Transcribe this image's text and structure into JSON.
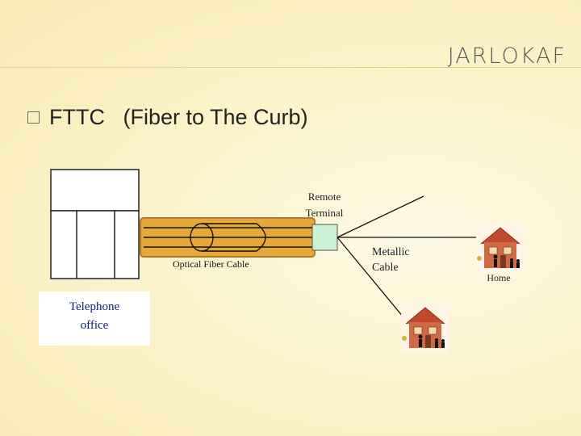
{
  "header": {
    "brand": "JARLOKAF"
  },
  "bullet": {
    "text": "FTTC   (Fiber to The Curb)"
  },
  "diagram": {
    "telephone_office_line1": "Telephone",
    "telephone_office_line2": "office",
    "optical_fiber_label": "Optical  Fiber Cable",
    "remote_terminal_line1": "Remote",
    "remote_terminal_line2": "Terminal",
    "metallic_line1": "Metallic",
    "metallic_line2": "Cable",
    "home_label": "Home",
    "colors": {
      "fiber_outer": "#e7a83a",
      "fiber_border": "#b3792a",
      "terminal": "#c9f2d4",
      "label_blue": "#13207a"
    }
  }
}
